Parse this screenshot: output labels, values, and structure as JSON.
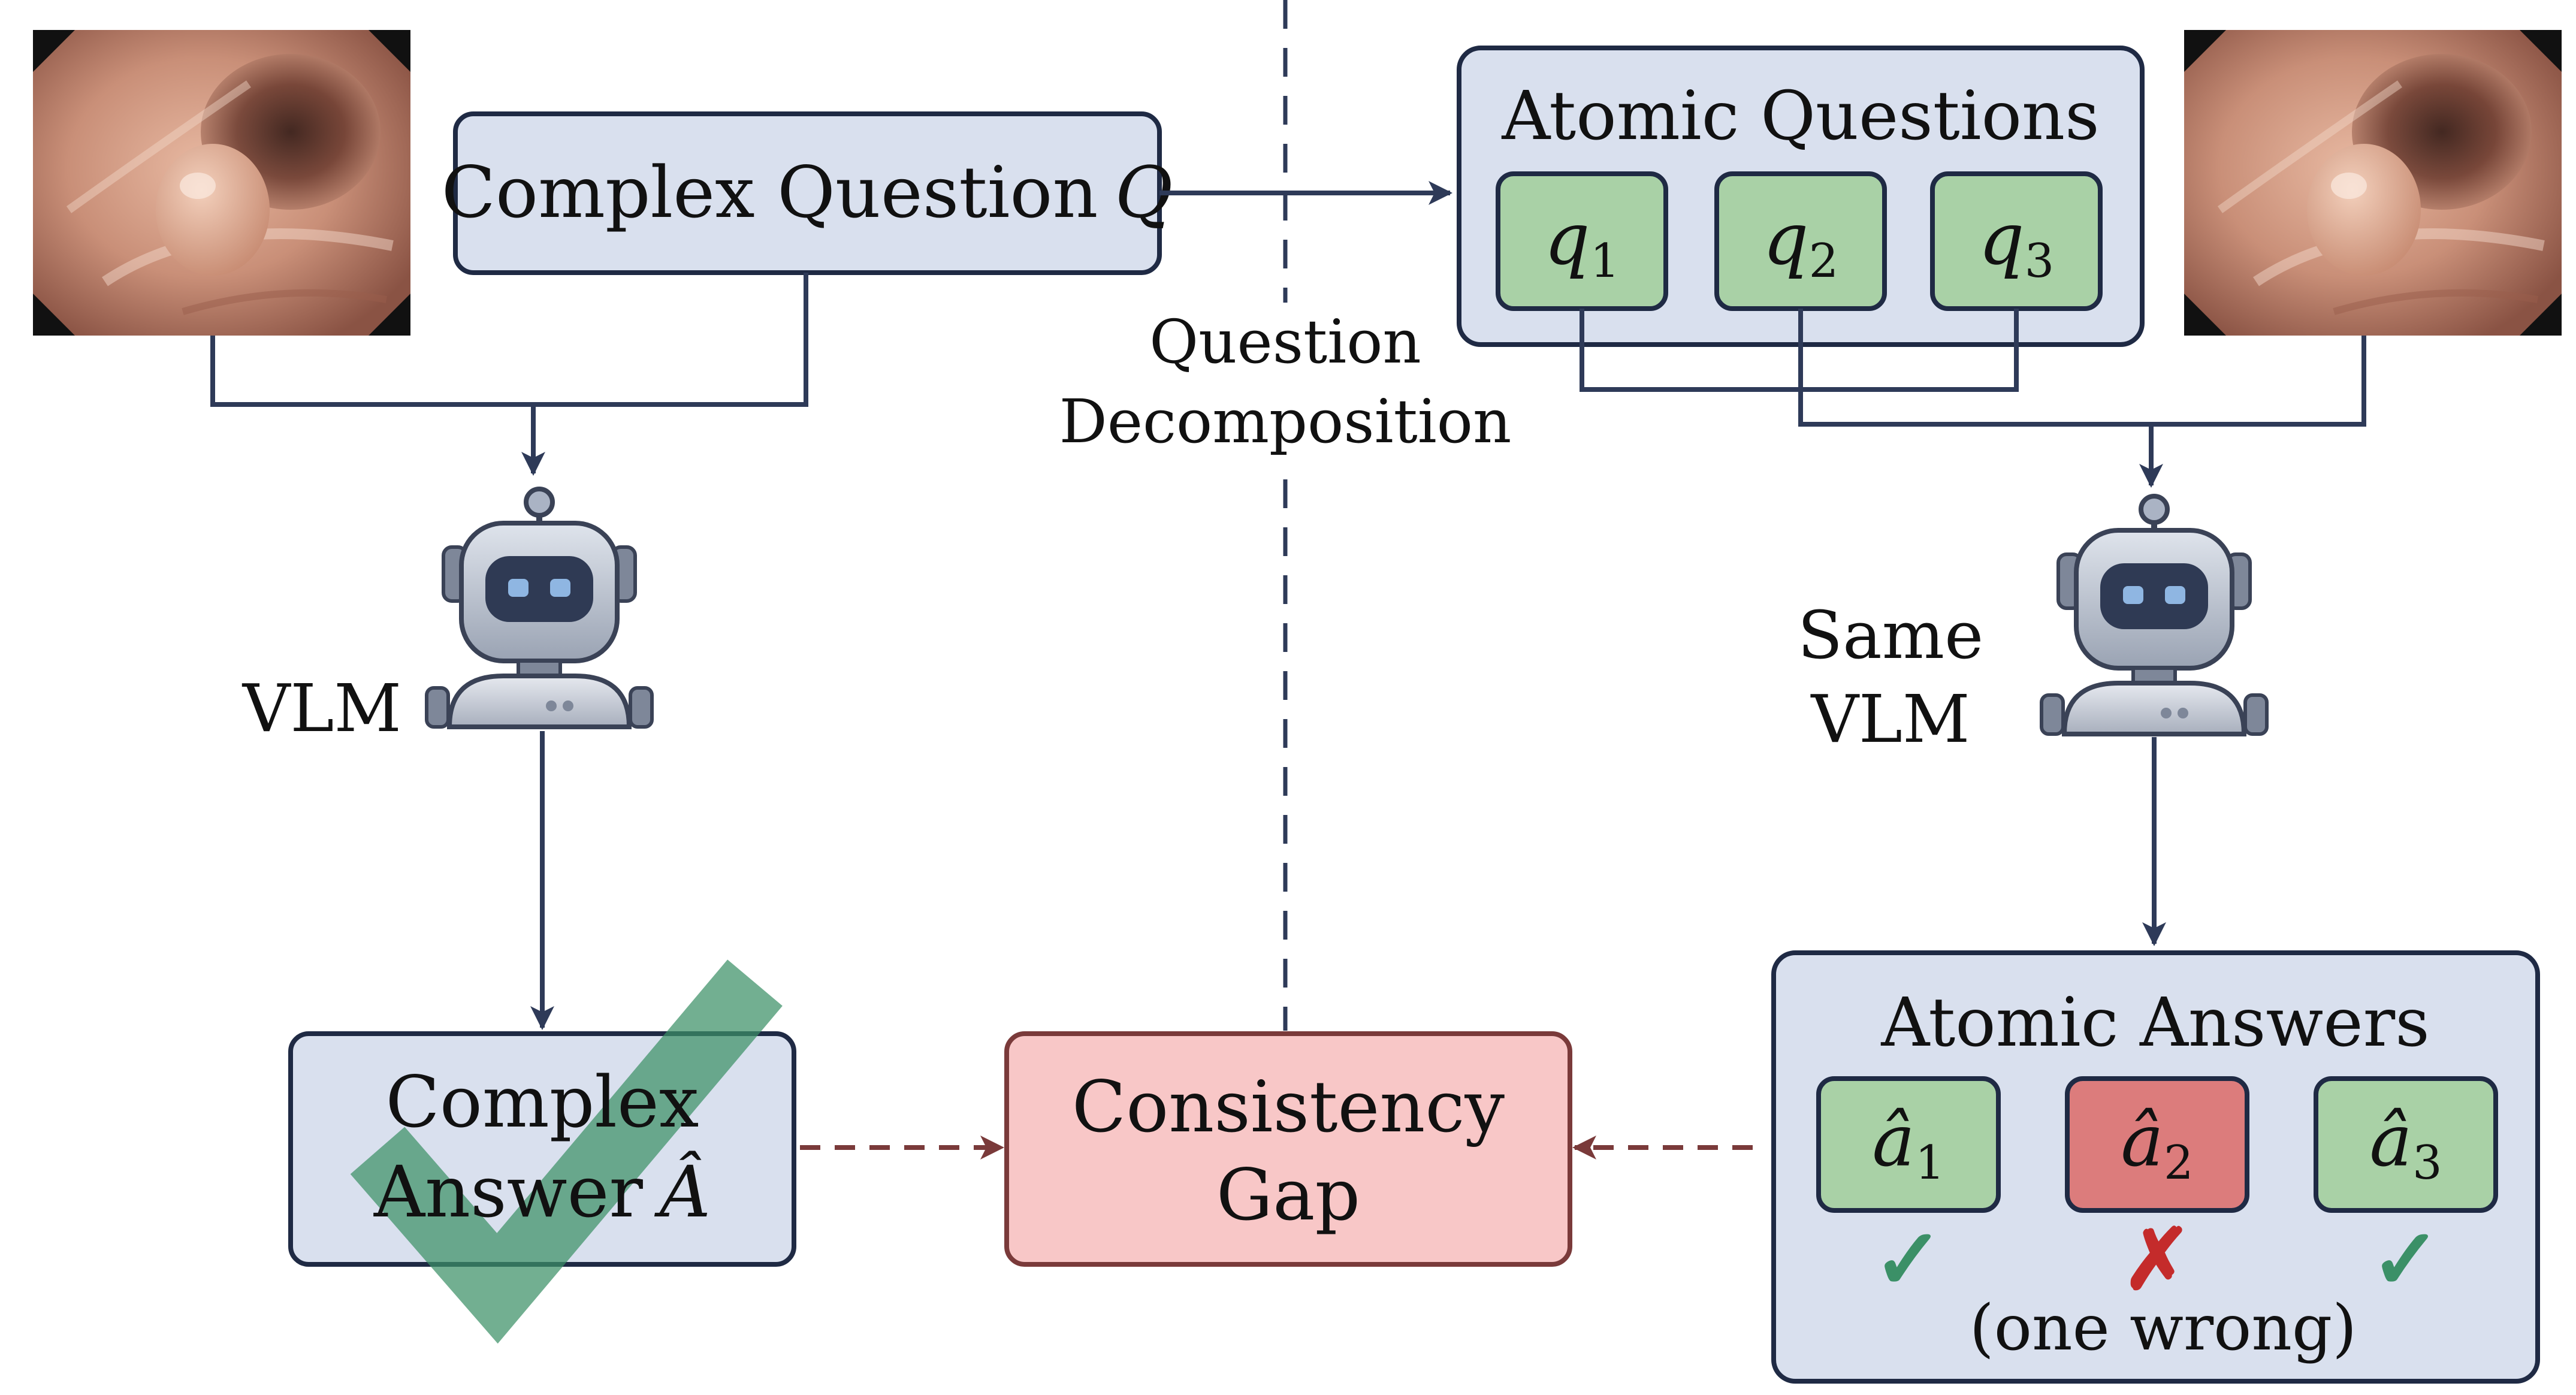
{
  "colors": {
    "blue_box": "#d9e0ee",
    "green_box": "#a9d1a6",
    "red_box": "#f8c7c7",
    "red_answer": "#dc7c7c",
    "outline": "#1f2a44",
    "arrow": "#2e3a58",
    "dashed_red": "#7a3a3a",
    "check_green": "#3b9067",
    "cross_red": "#c42b2b"
  },
  "left": {
    "complex_question": {
      "text": "Complex Question",
      "symbol": "Q"
    },
    "vlm_label": "VLM",
    "complex_answer": {
      "line1": "Complex",
      "line2_text": "Answer",
      "line2_symbol": "Â"
    }
  },
  "center": {
    "decomposition_line1": "Question",
    "decomposition_line2": "Decomposition",
    "gap_line1": "Consistency",
    "gap_line2": "Gap"
  },
  "right": {
    "atomic_questions_title": "Atomic Questions",
    "atomic_questions": [
      {
        "base": "q",
        "sub": "1"
      },
      {
        "base": "q",
        "sub": "2"
      },
      {
        "base": "q",
        "sub": "3"
      }
    ],
    "vlm_label_line1": "Same",
    "vlm_label_line2": "VLM",
    "atomic_answers_title": "Atomic Answers",
    "atomic_answers": [
      {
        "base": "â",
        "sub": "1",
        "status": "correct",
        "mark": "✓"
      },
      {
        "base": "â",
        "sub": "2",
        "status": "wrong",
        "mark": "✗"
      },
      {
        "base": "â",
        "sub": "3",
        "status": "correct",
        "mark": "✓"
      }
    ],
    "answers_note": "(one wrong)"
  },
  "icons": {
    "image_left": "endoscopy-image-icon",
    "image_right": "endoscopy-image-icon",
    "robot_left": "robot-icon",
    "robot_right": "robot-icon",
    "big_check": "checkmark-icon"
  }
}
